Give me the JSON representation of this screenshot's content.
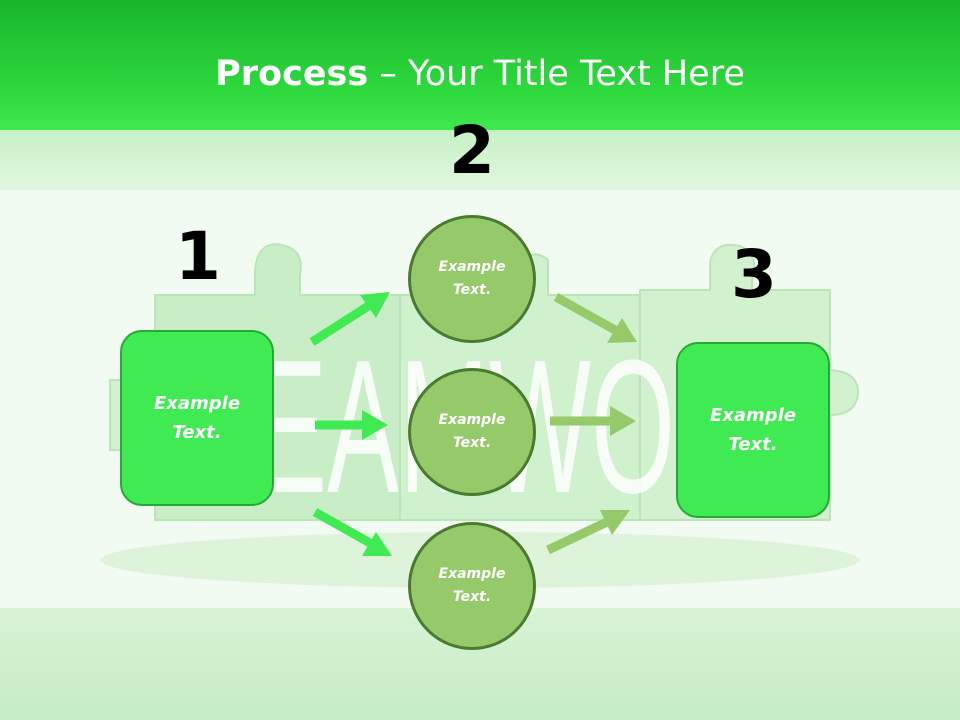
{
  "title": {
    "bold": "Process",
    "rest": " – Your Title Text Here"
  },
  "background_word": "EAMWO",
  "steps": [
    {
      "number": "1",
      "box_text": "Example Text."
    },
    {
      "number": "2",
      "circles": [
        "Example Text.",
        "Example Text.",
        "Example Text."
      ]
    },
    {
      "number": "3",
      "box_text": "Example Text."
    }
  ],
  "colors": {
    "header_green": "#2ed93e",
    "box_green": "#40ea52",
    "circle_green": "#96c96a",
    "arrow_bright": "#40ea52",
    "arrow_olive": "#96c96a"
  }
}
